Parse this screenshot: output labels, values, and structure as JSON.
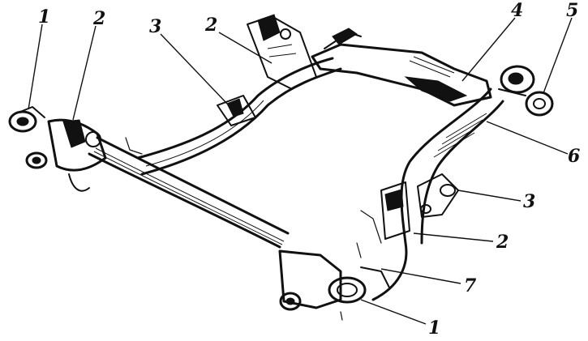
{
  "callouts": [
    {
      "id": "c1a",
      "text": "1"
    },
    {
      "id": "c2a",
      "text": "2"
    },
    {
      "id": "c3a",
      "text": "3"
    },
    {
      "id": "c2b",
      "text": "2"
    },
    {
      "id": "c4",
      "text": "4"
    },
    {
      "id": "c5",
      "text": "5"
    },
    {
      "id": "c6",
      "text": "6"
    },
    {
      "id": "c3b",
      "text": "3"
    },
    {
      "id": "c2c",
      "text": "2"
    },
    {
      "id": "c7",
      "text": "7"
    },
    {
      "id": "c1b",
      "text": "1"
    }
  ],
  "colors": {
    "ink": "#111111",
    "paper": "#ffffff"
  }
}
